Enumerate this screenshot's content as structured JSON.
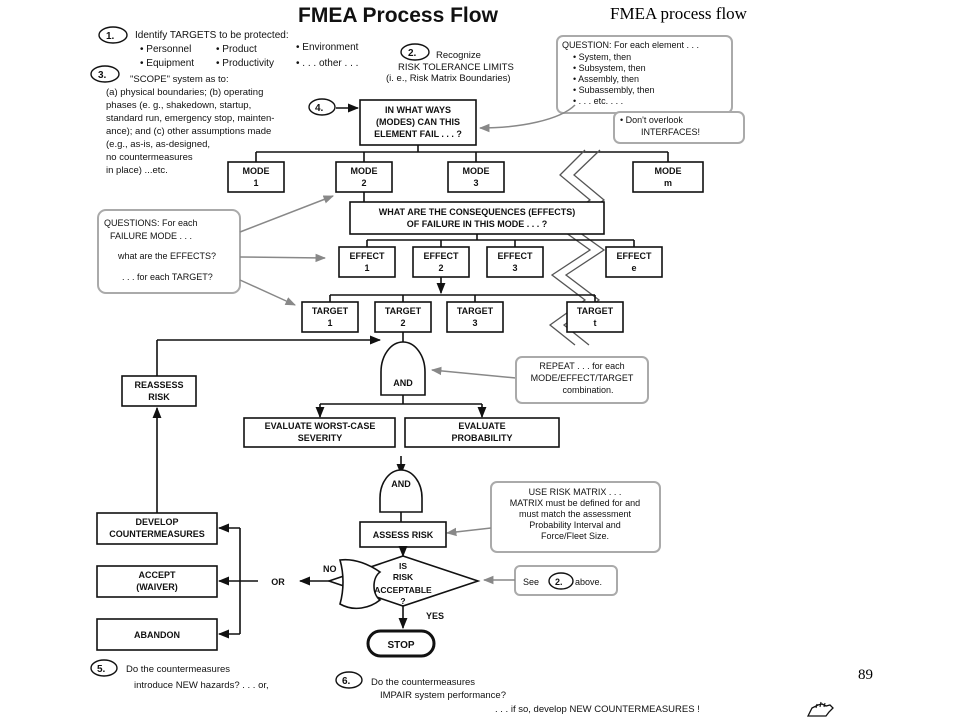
{
  "slide": {
    "caption": "FMEA process flow",
    "page_number": "89"
  },
  "diagram": {
    "title": "FMEA Process Flow",
    "step1": {
      "number": "1.",
      "heading": "Identify TARGETS to be protected:",
      "items": [
        "• Personnel",
        "• Product",
        "• Environment",
        "• Equipment",
        "• Productivity",
        "• . . . other . . ."
      ]
    },
    "step2": {
      "number": "2.",
      "lines": [
        "Recognize",
        "RISK TOLERANCE LIMITS",
        "(i. e., Risk Matrix Boundaries)"
      ]
    },
    "step3": {
      "number": "3.",
      "lines": [
        "\"SCOPE\" system as to:",
        "(a) physical boundaries; (b) operating",
        "phases (e. g., shakedown, startup,",
        "standard run, emergency stop, mainten-",
        "ance); and (c) other assumptions made",
        "(e.g., as-is, as-designed,",
        "no countermeasures",
        "in place) ...etc."
      ]
    },
    "step4": {
      "number": "4.",
      "lines": [
        "IN WHAT WAYS",
        "(MODES) CAN THIS",
        "ELEMENT FAIL . . . ?"
      ]
    },
    "step5": {
      "number": "5.",
      "lines": [
        "Do the countermeasures",
        "introduce NEW hazards? . . . or,"
      ]
    },
    "step6": {
      "number": "6.",
      "lines": [
        "Do the countermeasures",
        "IMPAIR system performance?",
        ". . . if so, develop NEW COUNTERMEASURES !"
      ]
    },
    "question_element": {
      "lines": [
        "QUESTION:  For each element . . .",
        "• System, then",
        "• Subsystem, then",
        "• Assembly, then",
        "• Subassembly, then",
        "• . . . etc. . . ."
      ]
    },
    "interfaces_note": {
      "lines": [
        "• Don't overlook",
        "INTERFACES!"
      ]
    },
    "modes": [
      {
        "line1": "MODE",
        "line2": "1"
      },
      {
        "line1": "MODE",
        "line2": "2"
      },
      {
        "line1": "MODE",
        "line2": "3"
      },
      {
        "line1": "MODE",
        "line2": "m"
      }
    ],
    "consequences": {
      "lines": [
        "WHAT ARE THE CONSEQUENCES (EFFECTS)",
        "OF FAILURE IN THIS MODE . . . ?"
      ]
    },
    "questions_failure": {
      "lines": [
        "QUESTIONS:  For each",
        "FAILURE MODE . . .",
        "what are the EFFECTS?",
        ". . . for each TARGET?"
      ]
    },
    "effects": [
      {
        "line1": "EFFECT",
        "line2": "1"
      },
      {
        "line1": "EFFECT",
        "line2": "2"
      },
      {
        "line1": "EFFECT",
        "line2": "3"
      },
      {
        "line1": "EFFECT",
        "line2": "e"
      }
    ],
    "targets": [
      {
        "line1": "TARGET",
        "line2": "1"
      },
      {
        "line1": "TARGET",
        "line2": "2"
      },
      {
        "line1": "TARGET",
        "line2": "3"
      },
      {
        "line1": "TARGET",
        "line2": "t"
      }
    ],
    "and_gate_1": "AND",
    "and_gate_2": "AND",
    "or_gate": "OR",
    "repeat_note": {
      "lines": [
        "REPEAT . . . for each",
        "MODE/EFFECT/TARGET",
        "combination."
      ]
    },
    "reassess": {
      "lines": [
        "REASSESS",
        "RISK"
      ]
    },
    "severity": {
      "lines": [
        "EVALUATE WORST-CASE",
        "SEVERITY"
      ]
    },
    "probability": {
      "lines": [
        "EVALUATE",
        "PROBABILITY"
      ]
    },
    "risk_matrix_note": {
      "lines": [
        "USE RISK MATRIX . . .",
        "MATRIX must be defined for and",
        "must match the assessment",
        "Probability Interval and",
        "Force/Fleet Size."
      ]
    },
    "assess_risk": "ASSESS RISK",
    "countermeasures": {
      "lines": [
        "DEVELOP",
        "COUNTERMEASURES"
      ]
    },
    "accept": {
      "lines": [
        "ACCEPT",
        "(WAIVER)"
      ]
    },
    "abandon": "ABANDON",
    "decision": {
      "lines": [
        "IS",
        "RISK",
        "ACCEPTABLE",
        "?"
      ]
    },
    "no_label": "NO",
    "yes_label": "YES",
    "stop": "STOP",
    "see_note": {
      "prefix": "See",
      "ref": "2.",
      "suffix": "above."
    }
  }
}
